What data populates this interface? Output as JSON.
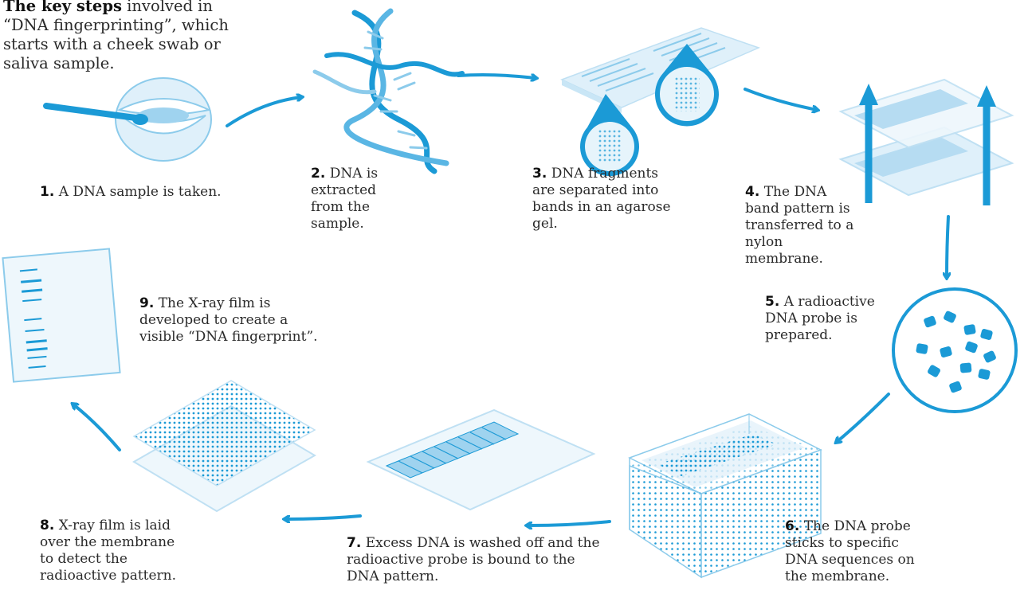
{
  "intro": {
    "bold": "The key steps",
    "rest": " involved in “DNA fingerprinting”, which starts with a cheek swab or saliva sample."
  },
  "steps": [
    {
      "num": "1.",
      "text": " A DNA sample is taken."
    },
    {
      "num": "2.",
      "text": " DNA is extracted from the sample."
    },
    {
      "num": "3.",
      "text": " DNA fragments are separated into bands in an agarose gel."
    },
    {
      "num": "4.",
      "text": " The DNA band pattern is transferred to a nylon membrane."
    },
    {
      "num": "5.",
      "text": " A radioactive DNA probe is prepared."
    },
    {
      "num": "6.",
      "text": " The DNA probe sticks to specific DNA sequences on the membrane."
    },
    {
      "num": "7.",
      "text": " Excess DNA is washed off and the radioactive probe is bound to the DNA pattern."
    },
    {
      "num": "8.",
      "text": " X-ray film is laid over the membrane to detect the radioactive pattern."
    },
    {
      "num": "9.",
      "text": " The X-ray film is developed to create a visible “DNA fingerprint”."
    }
  ],
  "icons": [
    "mouth-swab-icon",
    "dna-helix-icon",
    "gel-plate-icon",
    "membrane-transfer-icon",
    "probe-dish-icon",
    "hybridization-tank-icon",
    "washed-membrane-icon",
    "xray-film-overlay-icon",
    "dna-fingerprint-film-icon"
  ],
  "colors": {
    "accent": "#1b9ad6",
    "light": "#bfe0f3",
    "mid": "#8ccbeb",
    "text": "#2a2a2a"
  }
}
